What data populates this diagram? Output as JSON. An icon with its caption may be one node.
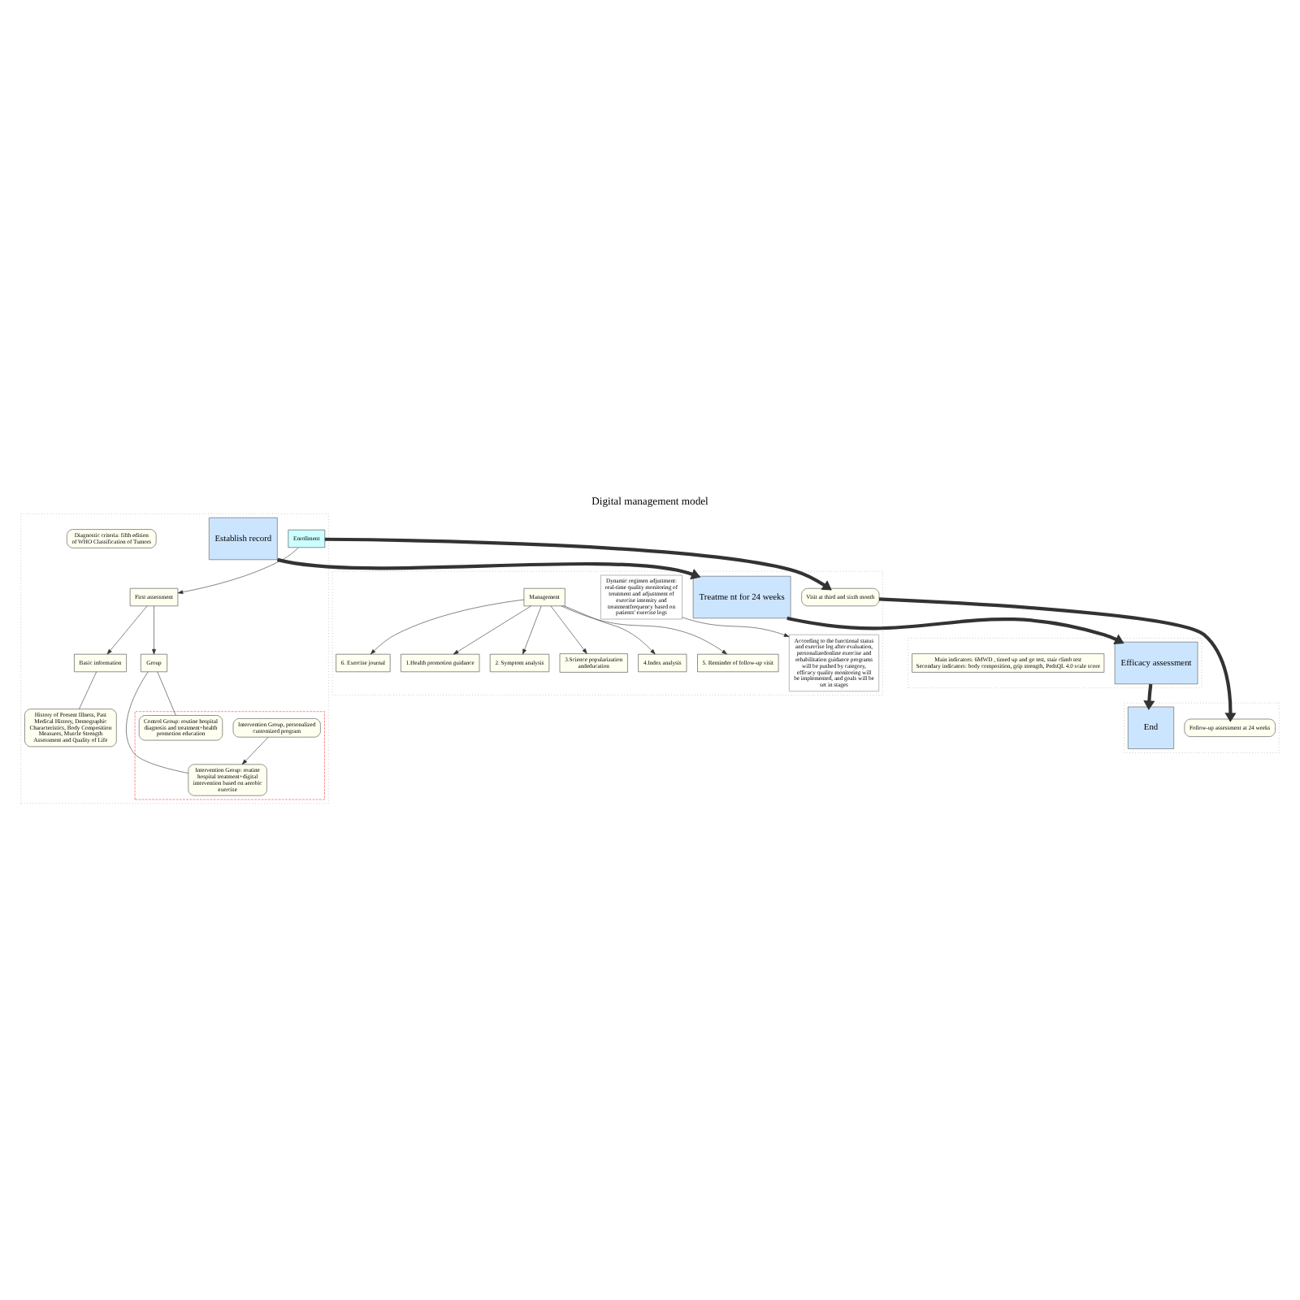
{
  "diagram": {
    "title": "Digital management model",
    "nodes": [
      {
        "text": [],
        "shape": "box"
      },
      {
        "text": [
          "Establish record"
        ],
        "in": 0
      },
      {
        "text": [
          "Enrollment"
        ],
        "in": 0
      },
      {
        "text": [
          "First assessment"
        ],
        "in": 0
      },
      {
        "text": [
          "Diagnostic criteria: fifth edition of WHO Classification of Tumors"
        ],
        "in": 0
      },
      {
        "text": [
          "Basic information"
        ],
        "in": 0
      },
      {
        "text": [
          "History of Present Illness, Past Medical History, Demographic Characteristics, Body Composition Measures, Muscle Strength Assessment and Quality of Life"
        ],
        "in": 0
      },
      {
        "text": [
          "Group"
        ],
        "in": 0
      },
      {
        "text": [],
        "shape": "box",
        "in": 0
      },
      {
        "text": [
          "Control Group: routine hospital diagnosis and treatment+health promotion education"
        ],
        "in": 8
      },
      {
        "text": [
          "Intervention Group: routine hospital treatment+digital intervention based on aerobic exercise"
        ],
        "in": 8
      },
      {
        "text": [
          "Intervention Group, personalized customized program"
        ],
        "in": 8
      },
      {
        "text": [],
        "shape": "box"
      },
      {
        "text": [
          "Treatme nt for 24 weeks"
        ],
        "in": 12
      },
      {
        "text": [
          "Visit at third and sixth month"
        ],
        "in": 12
      },
      {
        "text": [
          "Management"
        ],
        "in": 12
      },
      {
        "text": [
          "1.Health promotion guidance"
        ],
        "in": 12
      },
      {
        "text": [
          "2. Symptom analysis"
        ],
        "in": 12
      },
      {
        "text": [
          "3.Science popularization andeducation"
        ],
        "in": 12
      },
      {
        "text": [
          "4.Index analysis"
        ],
        "in": 12
      },
      {
        "text": [
          "5. Reminder of follow-up visit"
        ],
        "in": 12
      },
      {
        "text": [
          "6. Exercise journal"
        ],
        "in": 12
      },
      {
        "text": [
          "According to the functional status and exercise log after evaluation, personalizedonline exercise and rehabilitation guidance programs will be pushed by category, efficacy quality monitoring will be implemented, and goals will be set in stages"
        ],
        "in": 12
      },
      {
        "text": [
          "Dynamic regimen adjustment: real-time quality monitoring of treatment and adjustment of exercise intensity and treatmentfrequency based on patients' exercise logs"
        ],
        "in": 12
      },
      {
        "text": [],
        "shape": "box"
      },
      {
        "text": [
          "Efficacy assessment"
        ],
        "in": 24
      },
      {
        "text": [
          "Main indicators: 6MWD , timed up and go test, stair climb test",
          "Secondary indicators: body composition, grip strength, PedsQL 4.0 scale score"
        ],
        "in": 24
      },
      {
        "text": [],
        "shape": "box"
      },
      {
        "text": [
          "End"
        ],
        "in": 27
      },
      {
        "text": [
          "Follow-up assessment at 24 weeks"
        ],
        "in": 27
      }
    ],
    "edges": [
      {
        "from": 1,
        "to": 13,
        "arrow": "to",
        "style": "thick"
      },
      {
        "from": 13,
        "to": 25,
        "arrow": "to",
        "style": "thick"
      },
      {
        "from": 25,
        "to": 28,
        "arrow": "to",
        "style": "thick"
      },
      {
        "from": 2,
        "to": 14,
        "arrow": "to",
        "style": "thick"
      },
      {
        "from": 14,
        "to": 29,
        "arrow": "to",
        "style": "thick"
      },
      {
        "from": 2,
        "to": 3,
        "arrow": "to"
      },
      {
        "from": 3,
        "to": 5,
        "arrow": "to"
      },
      {
        "from": 3,
        "to": 7,
        "arrow": "to"
      },
      {
        "from": 5,
        "to": 6,
        "arrow": "none"
      },
      {
        "from": 7,
        "to": 9,
        "arrow": "none"
      },
      {
        "from": 7,
        "to": 10,
        "arrow": "none"
      },
      {
        "from": 11,
        "to": 10,
        "arrow": "to"
      },
      {
        "from": 15,
        "to": 16,
        "arrow": "to"
      },
      {
        "from": 15,
        "to": 17,
        "arrow": "to"
      },
      {
        "from": 15,
        "to": 18,
        "arrow": "to"
      },
      {
        "from": 15,
        "to": 19,
        "arrow": "to"
      },
      {
        "from": 15,
        "to": 20,
        "arrow": "to"
      },
      {
        "from": 15,
        "to": 21,
        "arrow": "to"
      },
      {
        "from": 23,
        "to": 22,
        "arrow": "to"
      }
    ]
  }
}
